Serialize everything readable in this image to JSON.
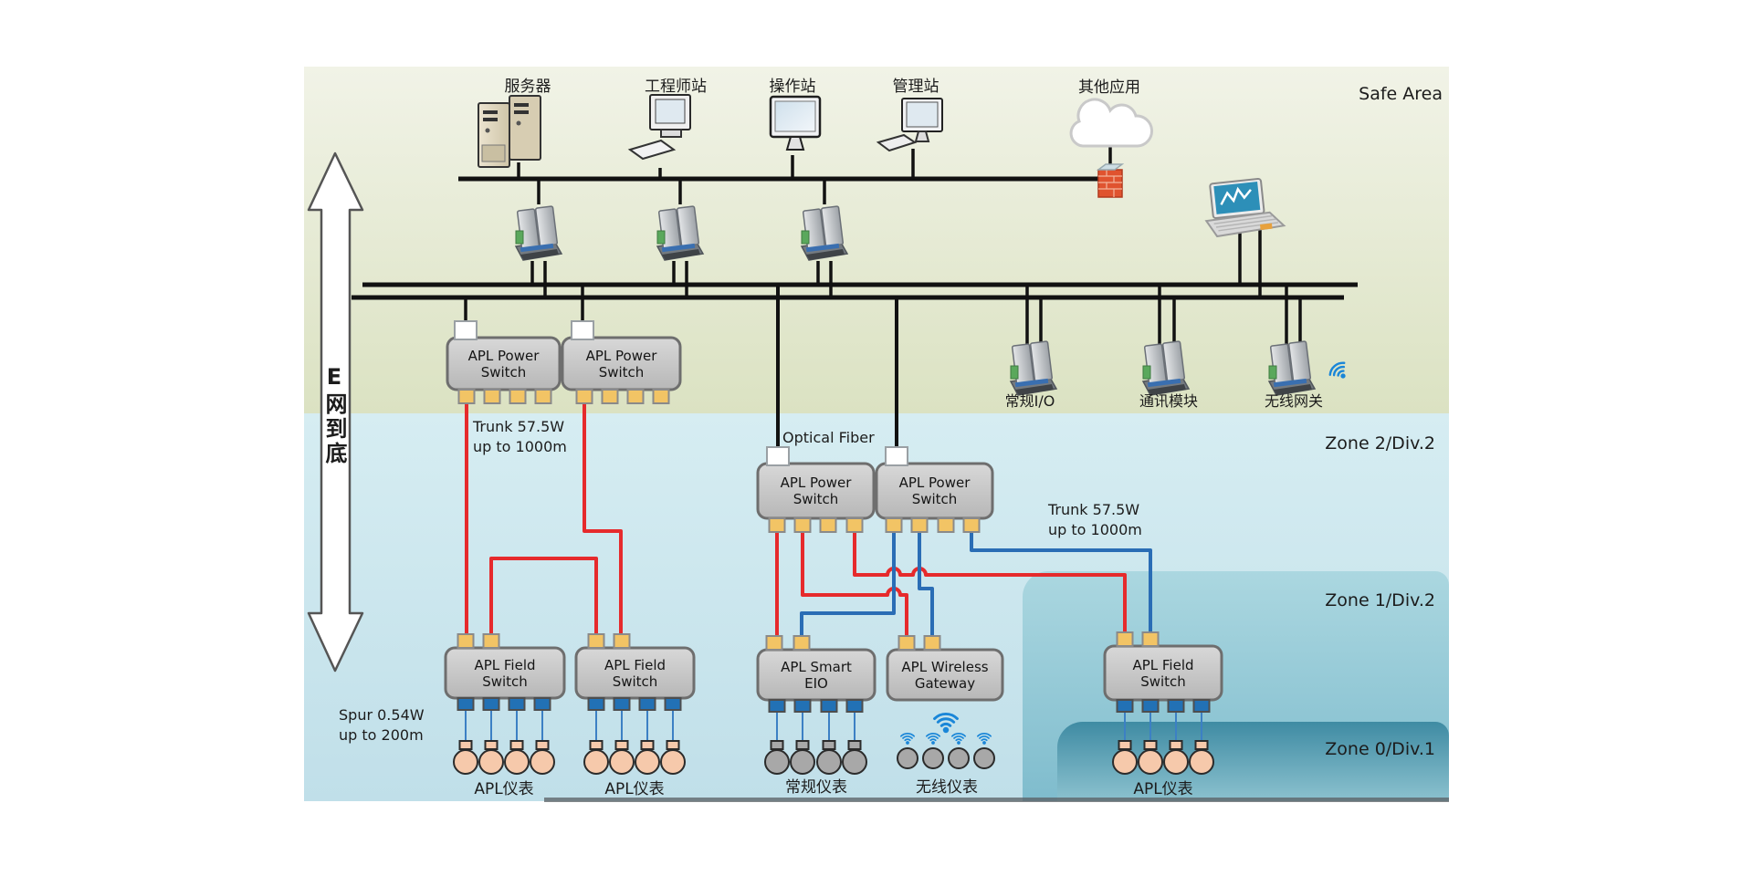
{
  "zones": {
    "safe_area": "Safe Area",
    "zone2": "Zone 2/Div.2",
    "zone1": "Zone 1/Div.2",
    "zone0": "Zone 0/Div.1"
  },
  "backbone_arrow_label": "E网到底",
  "top_nodes": {
    "server": "服务器",
    "engineer_station": "工程师站",
    "operator_station": "操作站",
    "management_station": "管理站",
    "other_apps": "其他应用"
  },
  "safe_zone_devices": {
    "conventional_io": "常规I/O",
    "comm_module": "通讯模块",
    "wireless_gateway": "无线网关"
  },
  "switches": {
    "power_line1": "APL Power",
    "power_line2": "Switch",
    "field_line1": "APL Field",
    "field_line2": "Switch",
    "smart_eio_line1": "APL Smart",
    "smart_eio_line2": "EIO",
    "wireless_gw_line1": "APL Wireless",
    "wireless_gw_line2": "Gateway"
  },
  "annotations": {
    "trunk_left_l1": "Trunk 57.5W",
    "trunk_left_l2": "up to 1000m",
    "trunk_right_l1": "Trunk 57.5W",
    "trunk_right_l2": "up to 1000m",
    "optical_fiber": "Optical Fiber",
    "spur_l1": "Spur 0.54W",
    "spur_l2": "up to 200m"
  },
  "instrument_labels": {
    "apl_1": "APL仪表",
    "apl_2": "APL仪表",
    "conventional": "常规仪表",
    "wireless": "无线仪表",
    "apl_3": "APL仪表"
  },
  "colors": {
    "trunk_red": "#e62a2c",
    "trunk_blue": "#2a6db5",
    "bus_black": "#111111",
    "port_yellow": "#f2c465",
    "port_blue": "#2271b5",
    "safe_area_green": "#e4e9d3",
    "zone2_blue": "#cde7ee",
    "zone1_blue": "#99c9d6",
    "zone0_teal": "#4f93a7",
    "instrument_peach": "#f6c9ab",
    "instrument_gray": "#a8a8a8",
    "wifi_blue": "#1a86d8"
  }
}
